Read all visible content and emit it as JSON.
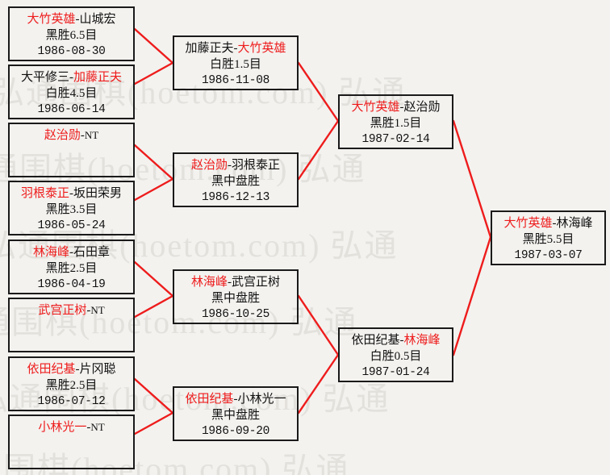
{
  "diagram": {
    "title": "Go tournament bracket",
    "type": "single-elimination-bracket",
    "accent_color": "#ee1c1c",
    "box_border_color": "#1a1a1a",
    "background_color": "#f3f2ef",
    "watermark_color": "#e3e1dc"
  },
  "watermark": {
    "text": "弘通围棋(hoetom.com)",
    "rows": [
      "弘通围棋(hoetom.com)  弘通",
      "弘通围棋(hoetom.com)  弘通",
      "弘通围棋(hoetom.com)  弘通",
      "弘通围棋(hoetom.com)  弘通",
      "弘通围棋(hoetom.com)  弘通",
      "弘通围棋(hoetom.com)  弘通"
    ]
  },
  "rounds": [
    {
      "name": "round-1",
      "matches": [
        {
          "id": "r1m1",
          "winner": "大竹英雄",
          "separator": "-",
          "loser": "山城宏",
          "result": "黑胜6.5目",
          "date": "1986-08-30",
          "bye": false
        },
        {
          "id": "r1m2",
          "winner": "加藤正夫",
          "separator": "-",
          "loser": "大平修三",
          "pairing_left": "大平修三",
          "pairing_right": "加藤正夫",
          "winner_side": "right",
          "result": "白胜4.5目",
          "date": "1986-06-14",
          "bye": false
        },
        {
          "id": "r1m3",
          "winner": "赵治勋",
          "separator": "-",
          "loser": "NT",
          "result": "",
          "date": "",
          "bye": true
        },
        {
          "id": "r1m4",
          "winner": "羽根泰正",
          "separator": "-",
          "loser": "坂田荣男",
          "result": "黑胜3.5目",
          "date": "1986-05-24",
          "bye": false
        },
        {
          "id": "r1m5",
          "winner": "林海峰",
          "separator": "-",
          "loser": "石田章",
          "result": "黑胜2.5目",
          "date": "1986-04-19",
          "bye": false
        },
        {
          "id": "r1m6",
          "winner": "武宫正树",
          "separator": "-",
          "loser": "NT",
          "result": "",
          "date": "",
          "bye": true
        },
        {
          "id": "r1m7",
          "winner": "依田纪基",
          "separator": "-",
          "loser": "片冈聪",
          "result": "黑胜2.5目",
          "date": "1986-07-12",
          "bye": false
        },
        {
          "id": "r1m8",
          "winner": "小林光一",
          "separator": "-",
          "loser": "NT",
          "result": "",
          "date": "",
          "bye": true
        }
      ]
    },
    {
      "name": "round-2",
      "matches": [
        {
          "id": "r2m1",
          "pairing_left": "加藤正夫",
          "separator": "-",
          "pairing_right": "大竹英雄",
          "winner_side": "right",
          "result": "白胜1.5目",
          "date": "1986-11-08"
        },
        {
          "id": "r2m2",
          "pairing_left": "赵治勋",
          "separator": "-",
          "pairing_right": "羽根泰正",
          "winner_side": "left",
          "result": "黑中盘胜",
          "date": "1986-12-13"
        },
        {
          "id": "r2m3",
          "pairing_left": "林海峰",
          "separator": "-",
          "pairing_right": "武宫正树",
          "winner_side": "left",
          "result": "黑中盘胜",
          "date": "1986-10-25"
        },
        {
          "id": "r2m4",
          "pairing_left": "依田纪基",
          "separator": "-",
          "pairing_right": "小林光一",
          "winner_side": "left",
          "result": "黑中盘胜",
          "date": "1986-09-20"
        }
      ]
    },
    {
      "name": "semifinal",
      "matches": [
        {
          "id": "sf1",
          "pairing_left": "大竹英雄",
          "separator": "-",
          "pairing_right": "赵治勋",
          "winner_side": "left",
          "result": "黑胜1.5目",
          "date": "1987-02-14"
        },
        {
          "id": "sf2",
          "pairing_left": "依田纪基",
          "separator": "-",
          "pairing_right": "林海峰",
          "winner_side": "right",
          "result": "白胜0.5目",
          "date": "1987-01-24"
        }
      ]
    },
    {
      "name": "final",
      "matches": [
        {
          "id": "f1",
          "pairing_left": "大竹英雄",
          "separator": "-",
          "pairing_right": "林海峰",
          "winner_side": "left",
          "result": "黑胜5.5目",
          "date": "1987-03-07"
        }
      ]
    }
  ]
}
